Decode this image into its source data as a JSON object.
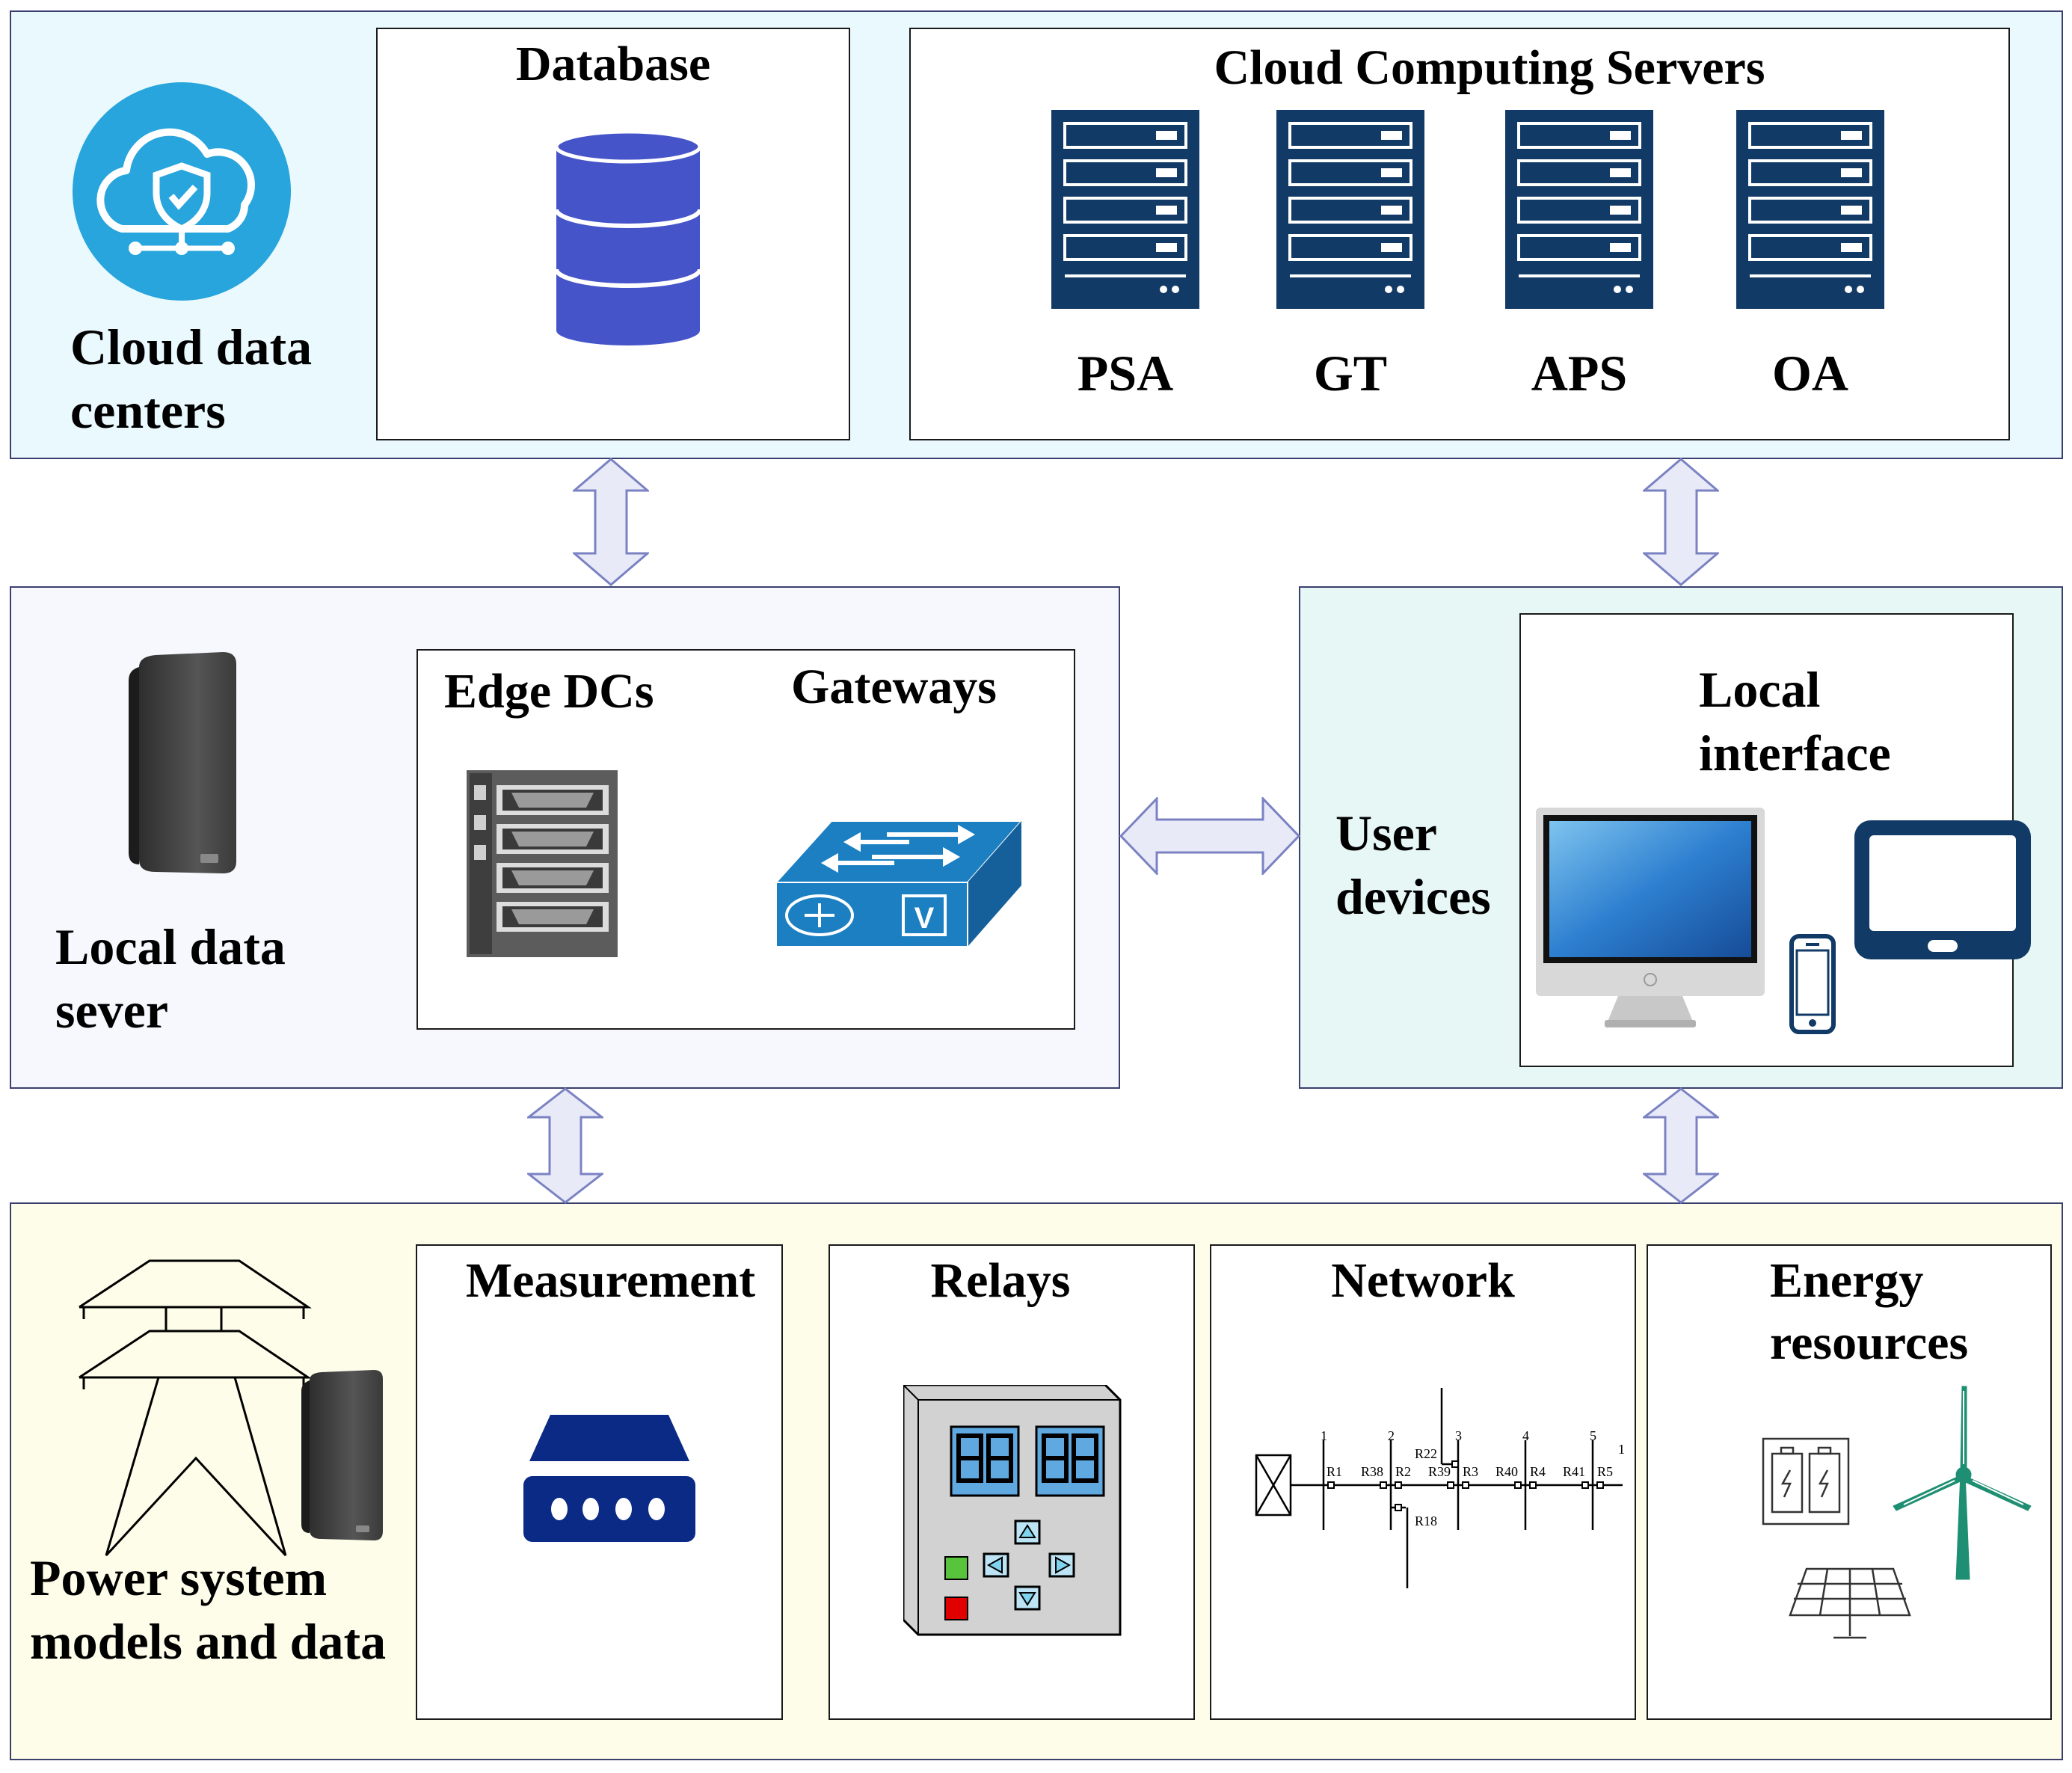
{
  "colors": {
    "cloud_panel_bg": "#eaf9fd",
    "local_panel_bg": "#f7f8fe",
    "user_panel_bg": "#e6f7f6",
    "power_panel_bg": "#fdfde9",
    "arrow_fill": "#e8eaf8",
    "arrow_stroke": "#7b82c2",
    "server_navy": "#123a66",
    "db_blue": "#4654c9",
    "cloud_circle": "#27a5dc",
    "switch_blue": "#1b7fc2",
    "meas_navy": "#0a2a85",
    "turbine_teal": "#1f8f73"
  },
  "cloud_layer": {
    "title": "Cloud data\ncenters",
    "database": {
      "title": "Database"
    },
    "servers": {
      "title": "Cloud Computing Servers",
      "items": [
        "PSA",
        "GT",
        "APS",
        "OA"
      ]
    }
  },
  "local_layer": {
    "title": "Local data\nsever",
    "edge_title": "Edge DCs",
    "gateways_title": "Gateways",
    "gateway_badge": "V"
  },
  "user_layer": {
    "title": "User\ndevices",
    "interface_title": "Local\ninterface"
  },
  "power_layer": {
    "title": "Power system\nmodels and data",
    "measurement": "Measurement",
    "relays": "Relays",
    "network": {
      "title": "Network",
      "bus_labels": [
        "1",
        "2",
        "3",
        "4",
        "5",
        "1"
      ],
      "relay_labels": [
        "R1",
        "R38",
        "R2",
        "R39",
        "R3",
        "R40",
        "R4",
        "R41",
        "R5",
        "R22",
        "R18"
      ]
    },
    "energy": "Energy\nresources"
  }
}
